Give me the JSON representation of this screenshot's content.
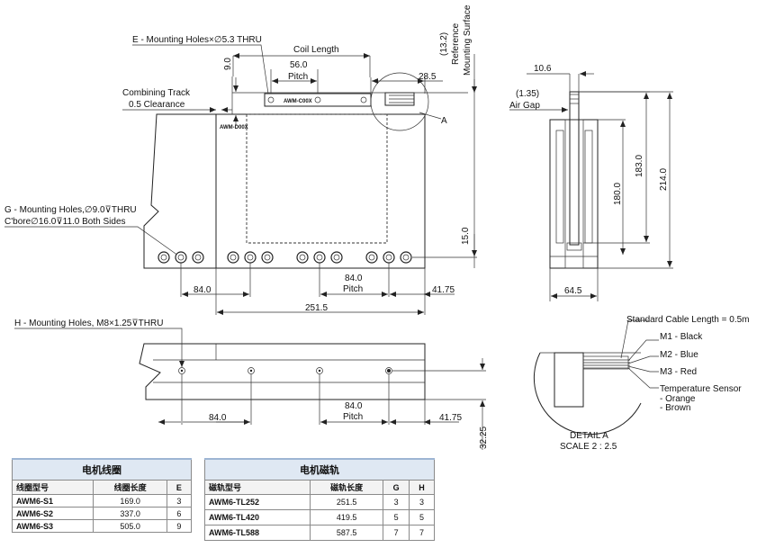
{
  "top_view": {
    "mount_e_label": "E - Mounting Holes×∅5.3 THRU",
    "coil_length_label": "Coil Length",
    "pitch_56": "56.0",
    "pitch_word": "Pitch",
    "dim_9": "9.0",
    "dim_28_5": "28.5",
    "dim_13_2": "(13.2)",
    "reference_surface_1": "Reference",
    "reference_surface_2": "Mounting Surface",
    "combining_track_1": "Combining Track",
    "combining_track_2": "0.5 Clearance",
    "coil_tag": "AWM-C00X",
    "track_tag": "AWM-D00X",
    "detail_callout": "A",
    "mount_g_1": "G - Mounting Holes,∅9.0⊽THRU",
    "mount_g_2": "C'bore∅16.0⊽11.0 Both Sides",
    "dim_15": "15.0",
    "dim_84_left": "84.0",
    "dim_84_pitch": "84.0",
    "pitch_word_2": "Pitch",
    "dim_41_75": "41.75",
    "dim_251_5": "251.5"
  },
  "side_view": {
    "dim_10_6": "10.6",
    "air_gap_value": "(1.35)",
    "air_gap_label": "Air Gap",
    "dim_183": "183.0",
    "dim_214": "214.0",
    "dim_180": "180.0",
    "dim_64_5": "64.5"
  },
  "bottom_view": {
    "mount_h_label": "H - Mounting Holes, M8×1.25⊽THRU",
    "dim_84_left": "84.0",
    "dim_84_pitch": "84.0",
    "pitch_word": "Pitch",
    "dim_41_75": "41.75",
    "dim_32_25": "32.25"
  },
  "detail": {
    "cable_length": "Standard Cable Length = 0.5m",
    "m1": "M1 - Black",
    "m2": "M2 - Blue",
    "m3": "M3 - Red",
    "temp_sensor": "Temperature Sensor",
    "orange": "- Orange",
    "brown": "- Brown",
    "title": "DETAIL A",
    "scale": "SCALE 2 : 2.5"
  },
  "coil_table": {
    "caption": "电机线圈",
    "headers": [
      "线圈型号",
      "线圈长度",
      "E"
    ],
    "rows": [
      [
        "AWM6-S1",
        "169.0",
        "3"
      ],
      [
        "AWM6-S2",
        "337.0",
        "6"
      ],
      [
        "AWM6-S3",
        "505.0",
        "9"
      ]
    ]
  },
  "track_table": {
    "caption": "电机磁轨",
    "headers": [
      "磁轨型号",
      "磁轨长度",
      "G",
      "H"
    ],
    "rows": [
      [
        "AWM6-TL252",
        "251.5",
        "3",
        "3"
      ],
      [
        "AWM6-TL420",
        "419.5",
        "5",
        "5"
      ],
      [
        "AWM6-TL588",
        "587.5",
        "7",
        "7"
      ]
    ]
  }
}
